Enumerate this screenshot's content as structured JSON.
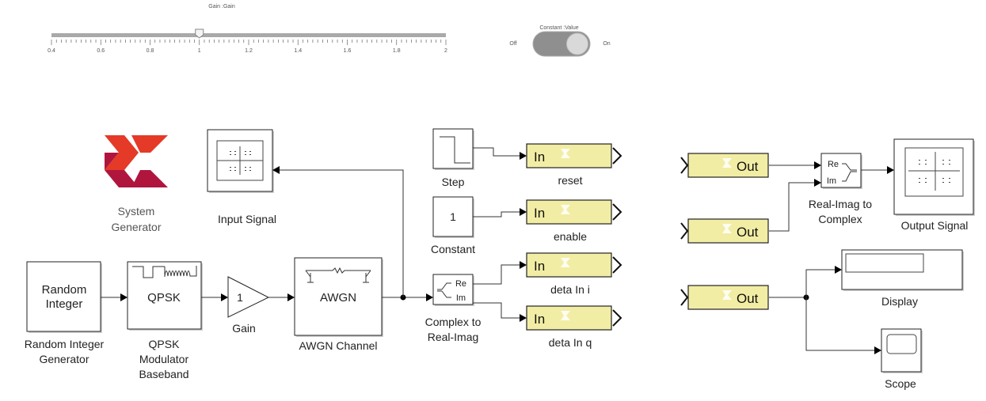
{
  "dashboard": {
    "slider": {
      "title": "Gain :Gain",
      "min": 0.4,
      "max": 2,
      "value": 1,
      "tick_labels": [
        "0.4",
        "0.6",
        "0.8",
        "1",
        "1.2",
        "1.4",
        "1.6",
        "1.8",
        "2"
      ]
    },
    "toggle": {
      "title": "Constant :Value",
      "off_label": "Off",
      "on_label": "On",
      "state": "On"
    }
  },
  "model": {
    "logo": {
      "name": "xilinx-logo",
      "label_line1": "System",
      "label_line2": "Generator",
      "colors": [
        "#e43a27",
        "#b0163d"
      ]
    },
    "blocks": {
      "random_integer": {
        "text_line1": "Random",
        "text_line2": "Integer",
        "label_line1": "Random Integer",
        "label_line2": "Generator"
      },
      "qpsk": {
        "text": "QPSK",
        "label_line1": "QPSK",
        "label_line2": "Modulator",
        "label_line3": "Baseband"
      },
      "gain": {
        "text": "1",
        "label": "Gain"
      },
      "awgn": {
        "text": "AWGN",
        "label": "AWGN Channel"
      },
      "input_signal": {
        "label": "Input Signal"
      },
      "step": {
        "label": "Step"
      },
      "constant": {
        "text": "1",
        "label": "Constant"
      },
      "complex_to_real_imag": {
        "port1": "Re",
        "port2": "Im",
        "label_line1": "Complex to",
        "label_line2": "Real-Imag"
      },
      "gateway_in": [
        {
          "text": "In",
          "label": "reset"
        },
        {
          "text": "In",
          "label": "enable"
        },
        {
          "text": "In",
          "label": "deta In i"
        },
        {
          "text": "In",
          "label": "deta In q"
        }
      ],
      "gateway_out": [
        {
          "text": "Out"
        },
        {
          "text": "Out"
        },
        {
          "text": "Out"
        }
      ],
      "real_imag_to_complex": {
        "port1": "Re",
        "port2": "Im",
        "label_line1": "Real-Imag to",
        "label_line2": "Complex"
      },
      "output_signal": {
        "label": "Output Signal"
      },
      "display": {
        "label": "Display"
      },
      "scope": {
        "label": "Scope"
      }
    },
    "colors": {
      "gateway_fill": "#f2eda4",
      "wire": "#333333"
    }
  }
}
